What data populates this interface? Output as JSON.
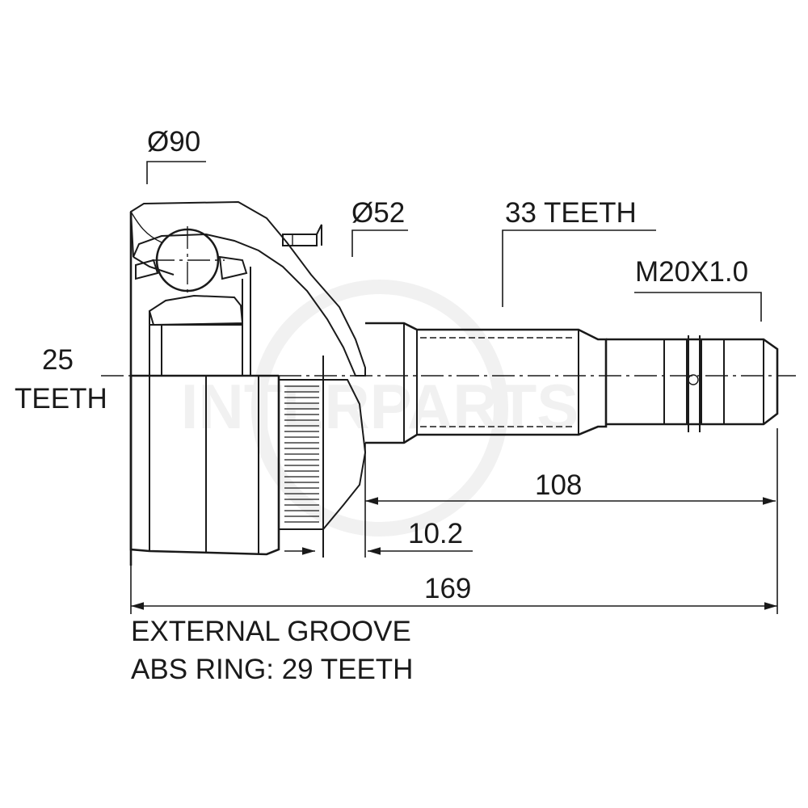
{
  "labels": {
    "dia_outer": "Ø90",
    "dia_neck": "Ø52",
    "shaft_teeth": "33 TEETH",
    "thread": "M20X1.0",
    "inner_teeth_value": "25",
    "inner_teeth_unit": "TEETH",
    "length_shaft": "108",
    "length_groove": "10.2",
    "length_total": "169",
    "note_groove": "EXTERNAL GROOVE",
    "note_abs": "ABS RING: 29 TEETH"
  },
  "watermark": "INTERPARTS",
  "colors": {
    "line": "#1a1a1a",
    "hatch": "#555555",
    "watermark": "#e6e6e6"
  }
}
